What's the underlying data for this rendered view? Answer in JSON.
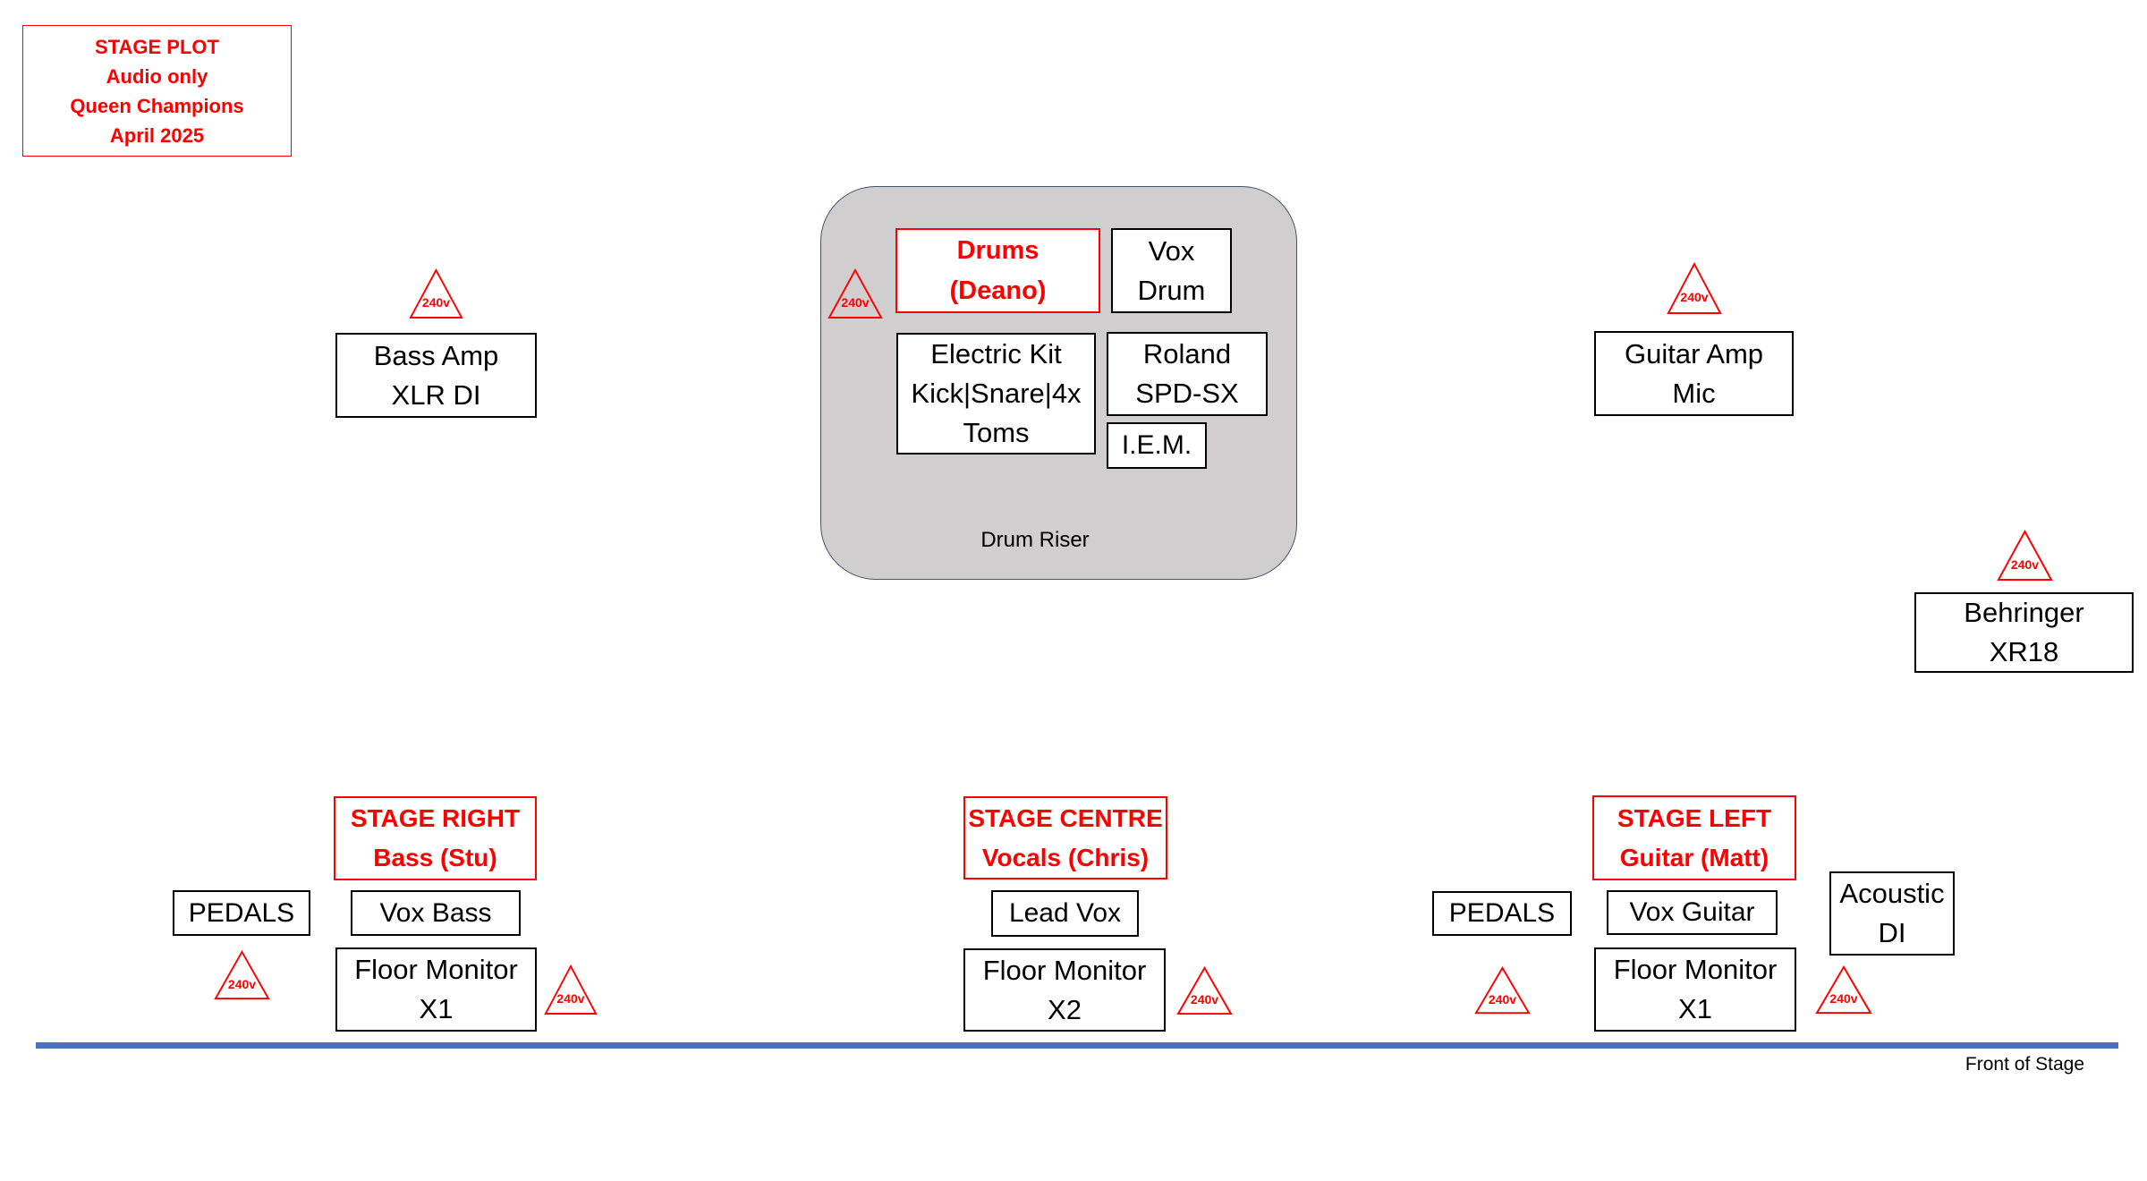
{
  "title": {
    "lines": [
      "STAGE PLOT",
      "Audio only",
      "Queen Champions",
      "April 2025"
    ]
  },
  "power": {
    "label": "240v"
  },
  "amps": {
    "bass": {
      "lines": [
        "Bass Amp",
        "XLR DI"
      ]
    },
    "guitar": {
      "lines": [
        "Guitar Amp",
        "Mic"
      ]
    },
    "mixer": {
      "lines": [
        "Behringer",
        "XR18"
      ]
    }
  },
  "drum_riser": {
    "label": "Drum Riser",
    "drums": {
      "lines": [
        "Drums",
        "(Deano)"
      ]
    },
    "vox_drum": {
      "lines": [
        "Vox",
        "Drum"
      ]
    },
    "electric_kit": {
      "lines": [
        "Electric Kit",
        "Kick|Snare|4x",
        "Toms"
      ]
    },
    "roland": {
      "lines": [
        "Roland",
        "SPD-SX"
      ]
    },
    "iem": {
      "label": "I.E.M."
    }
  },
  "stage_right": {
    "header": {
      "lines": [
        "STAGE RIGHT",
        "Bass (Stu)"
      ]
    },
    "pedals": "PEDALS",
    "vox": "Vox Bass",
    "monitor": {
      "lines": [
        "Floor Monitor",
        "X1"
      ]
    }
  },
  "stage_centre": {
    "header": {
      "lines": [
        "STAGE CENTRE",
        "Vocals (Chris)"
      ]
    },
    "vox": "Lead Vox",
    "monitor": {
      "lines": [
        "Floor Monitor",
        "X2"
      ]
    }
  },
  "stage_left": {
    "header": {
      "lines": [
        "STAGE LEFT",
        "Guitar (Matt)"
      ]
    },
    "pedals": "PEDALS",
    "vox": "Vox Guitar",
    "monitor": {
      "lines": [
        "Floor Monitor",
        "X1"
      ]
    },
    "acoustic": {
      "lines": [
        "Acoustic",
        "DI"
      ]
    }
  },
  "front_of_stage": "Front of Stage",
  "colors": {
    "red": "#FF0000",
    "black": "#000000",
    "riser_fill": "#D0CECE",
    "riser_border": "#44546A",
    "stage_line_blue": "#4472C4",
    "box_bg": "#FFFFFF"
  }
}
